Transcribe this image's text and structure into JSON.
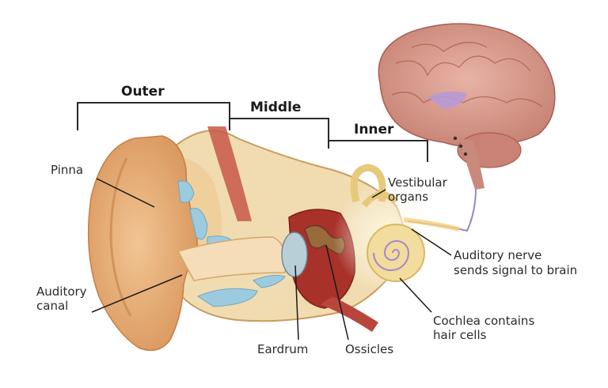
{
  "sections": {
    "outer": "Outer",
    "middle": "Middle",
    "inner": "Inner"
  },
  "labels": {
    "pinna": "Pinna",
    "auditory_canal_1": "Auditory",
    "auditory_canal_2": "canal",
    "vestibular_1": "Vestibular",
    "vestibular_2": "organs",
    "nerve_1": "Auditory nerve",
    "nerve_2": "sends signal to brain",
    "cochlea_1": "Cochlea contains",
    "cochlea_2": "hair cells",
    "eardrum": "Eardrum",
    "ossicles": "Ossicles"
  },
  "colors": {
    "skin": "#e9b47e",
    "bone": "#f0dcb0",
    "brain": "#d89a8e",
    "fluid": "#9ccbe0",
    "canal_red": "#a8312a",
    "nerve_purple": "#9b86c4"
  }
}
